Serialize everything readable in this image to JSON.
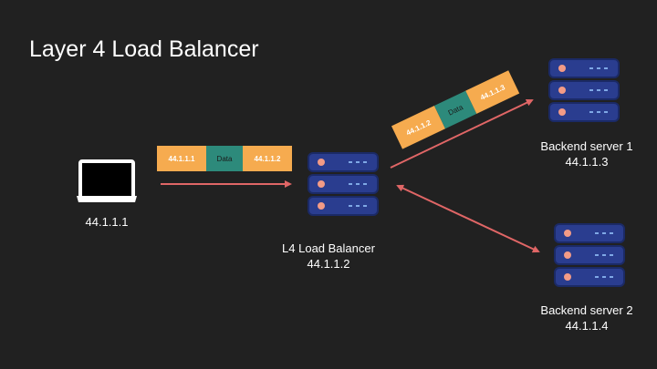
{
  "title": "Layer 4 Load Balancer",
  "client": {
    "ip": "44.1.1.1",
    "icon": "laptop-icon"
  },
  "load_balancer": {
    "name": "L4 Load Balancer",
    "ip": "44.1.1.2",
    "icon": "server-icon"
  },
  "backend1": {
    "name": "Backend server 1",
    "ip": "44.1.1.3",
    "icon": "server-icon"
  },
  "backend2": {
    "name": "Backend server 2",
    "ip": "44.1.1.4",
    "icon": "server-icon"
  },
  "packet_in": {
    "src": "44.1.1.1",
    "data": "Data",
    "dst": "44.1.1.2"
  },
  "packet_out": {
    "src": "44.1.1.2",
    "data": "Data",
    "dst": "44.1.1.3"
  },
  "colors": {
    "background": "#212121",
    "packet_orange": "#f6ab4f",
    "packet_teal": "#2d8a7b",
    "arrow": "#e06666",
    "server_body": "#2a3d8f",
    "server_edge": "#1b2a66",
    "server_led": "#f39b86",
    "server_dot": "#7fa8e6"
  }
}
